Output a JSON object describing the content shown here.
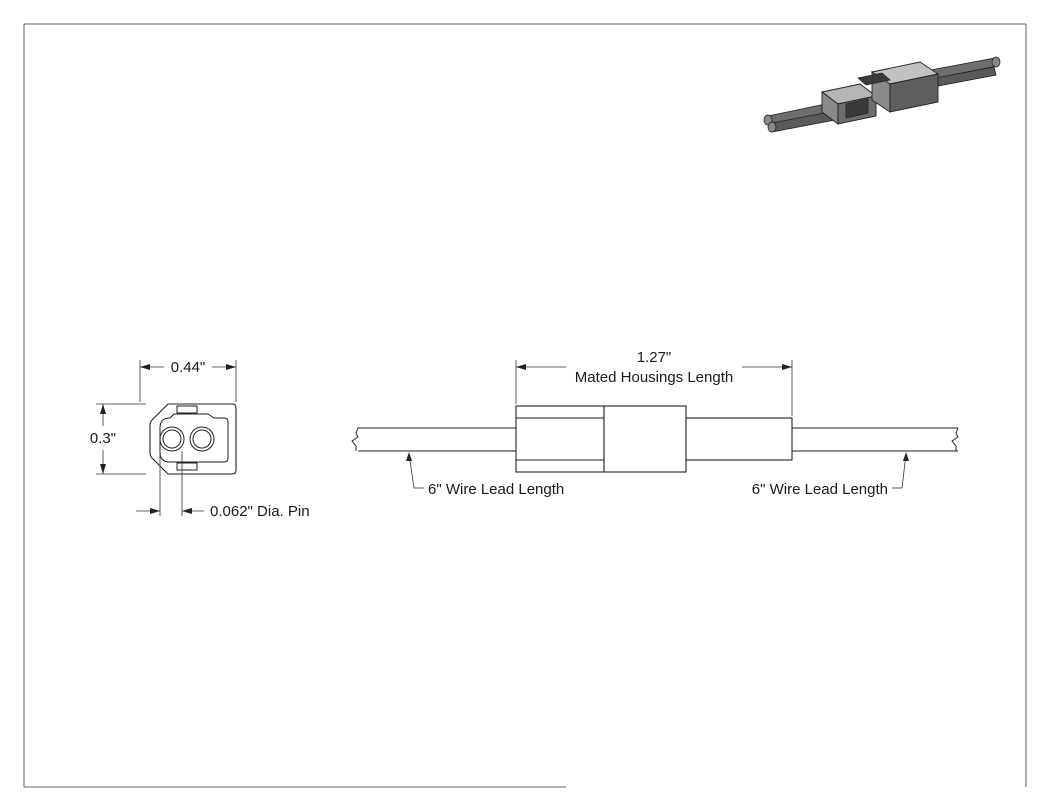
{
  "end_view": {
    "width_label": "0.44\"",
    "height_label": "0.3\"",
    "pin_label": "0.062\" Dia. Pin"
  },
  "side_view": {
    "mated_length_value": "1.27\"",
    "mated_length_caption": "Mated Housings Length",
    "left_lead_label": "6\" Wire Lead Length",
    "right_lead_label": "6\" Wire Lead Length"
  },
  "colors": {
    "line": "#222222",
    "render_dark": "#3a3a3a",
    "render_mid": "#6e6e6e",
    "render_light": "#b5b5b5"
  }
}
